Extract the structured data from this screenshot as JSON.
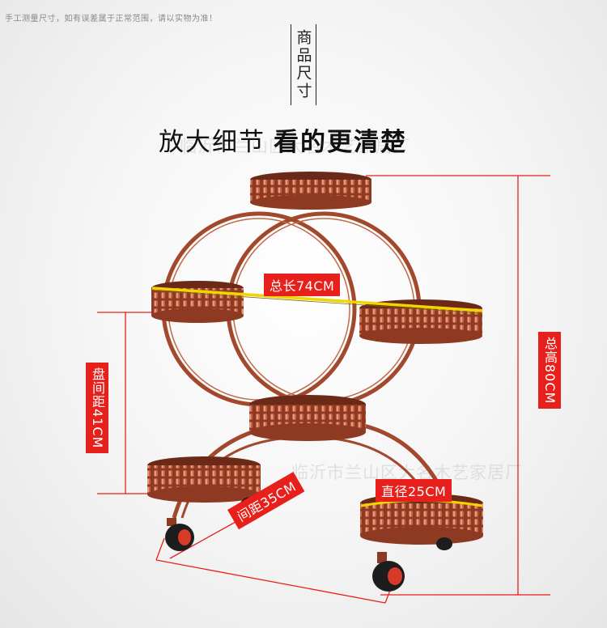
{
  "note": "手工测量尺寸，如有误差属于正常范围，请以实物为准！",
  "section_label": "商品尺寸",
  "title": {
    "normal": "放大细节",
    "bold": "看的更清楚"
  },
  "watermark": "临沂市兰山区大名木艺家居厂",
  "dimensions": {
    "total_length": "总长74CM",
    "diameter": "直径25CM",
    "total_height": "总高80CM",
    "tray_gap": "盘间距41CM",
    "wheel_spacing": "间距35CM"
  },
  "colors": {
    "dimension_red": "#e8201b",
    "metal": "#a2482c",
    "tape": "#f2d400"
  }
}
